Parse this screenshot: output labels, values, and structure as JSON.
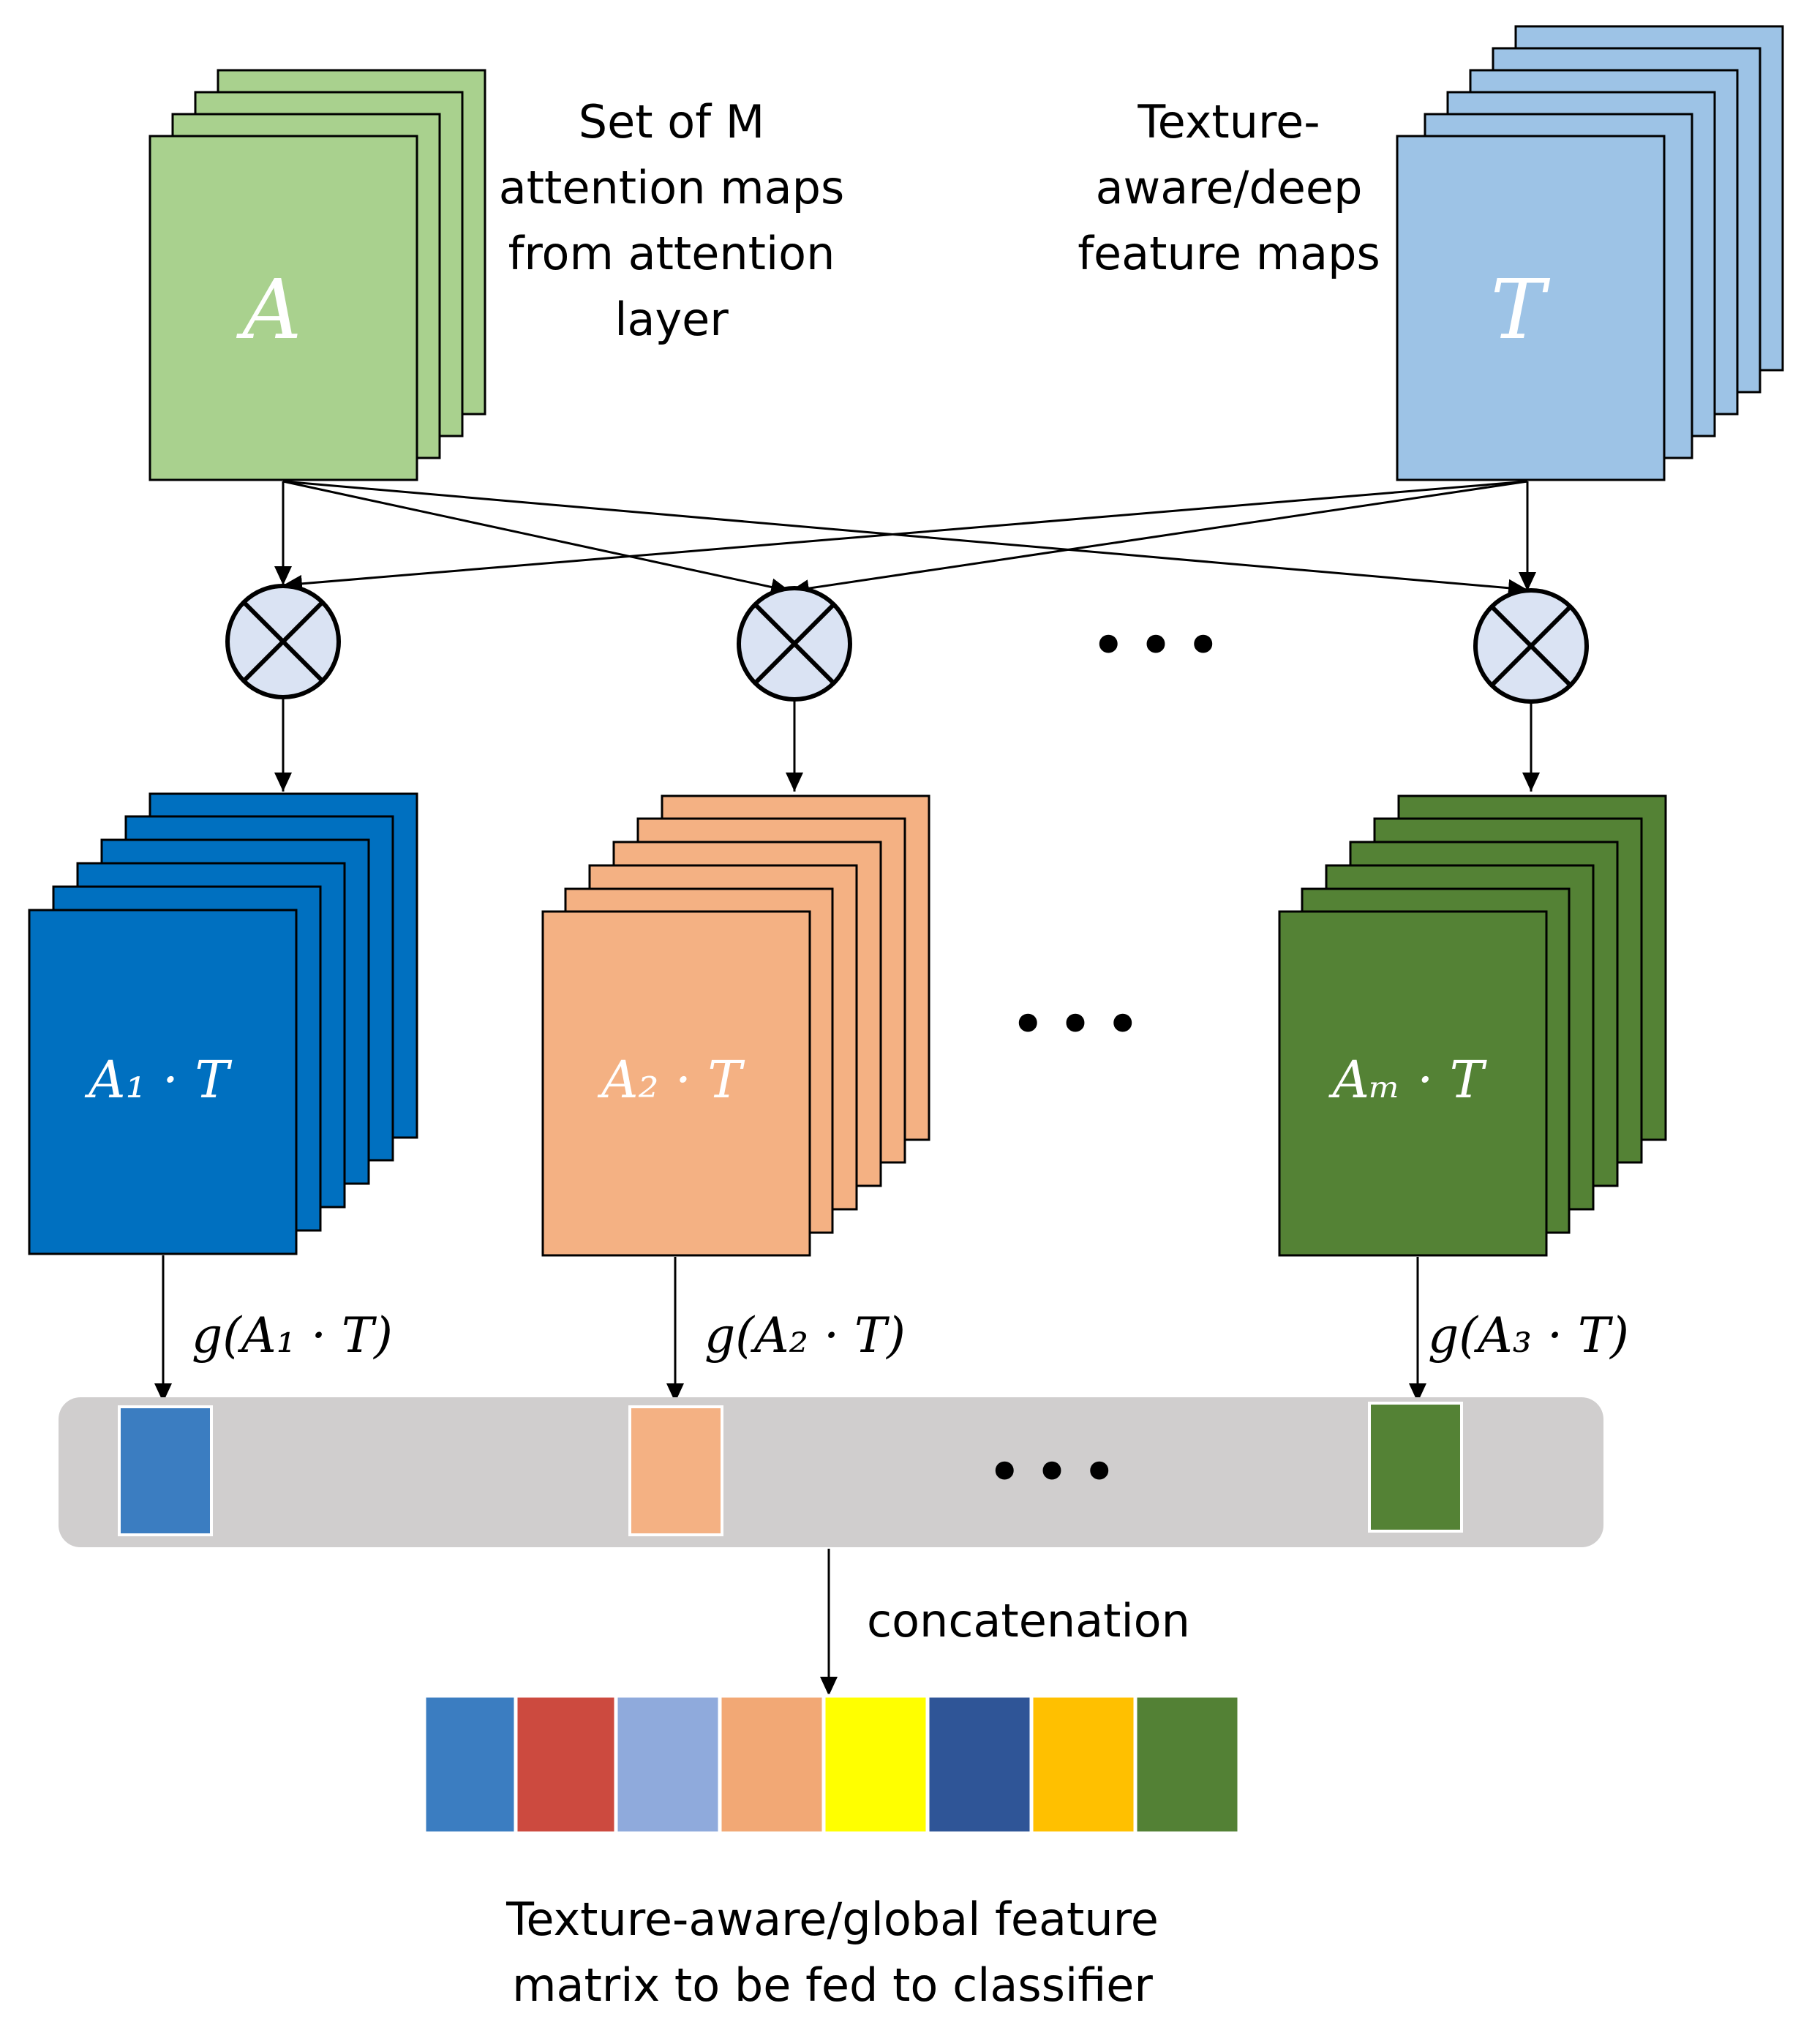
{
  "labels": {
    "A": "A",
    "T": "T",
    "attention_desc": [
      "Set of M",
      "attention maps",
      "from attention",
      "layer"
    ],
    "texture_desc": [
      "Texture-",
      "aware/deep",
      "feature maps"
    ],
    "concat": "concatenation",
    "final_desc": [
      "Texture-aware/global feature",
      "matrix to be fed to classifier"
    ],
    "g1": "g(A₁ · T)",
    "g2": "g(A₂ · T)",
    "g3": "g(A₃ · T)",
    "p1": "A₁ · T",
    "p2": "A₂ · T",
    "pM": "Aₘ · T",
    "ellipsis": "•••"
  },
  "colors": {
    "attention": "#a9d18e",
    "texture": "#9dc3e6",
    "blue_dark": "#0070c0",
    "orange": "#f4b183",
    "green_dark": "#548235",
    "bar": "#d0cece",
    "multiply_fill": "#dae3f3",
    "final_strip": [
      "#3b7dc1",
      "#cc4a3f",
      "#8faadc",
      "#f2a875",
      "#ffff00",
      "#2f5597",
      "#ffc000",
      "#538135"
    ]
  }
}
